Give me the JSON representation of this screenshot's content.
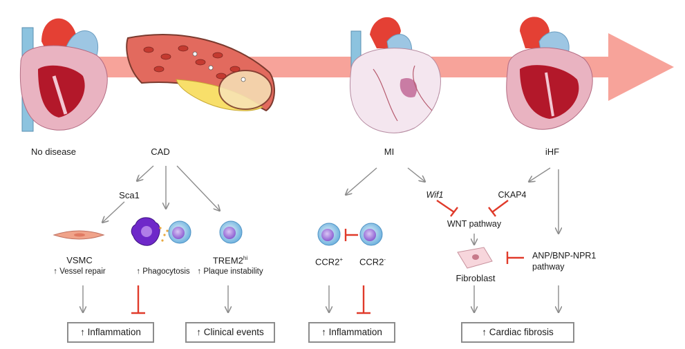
{
  "stages": {
    "no_disease": "No disease",
    "cad": "CAD",
    "mi": "MI",
    "ihf": "iHF"
  },
  "cad_branch": {
    "sca1": "Sca1",
    "vsmc": "VSMC",
    "vessel_repair": "↑ Vessel repair",
    "phagocytosis": "↑ Phagocytosis",
    "trem2_base": "TREM2",
    "trem2_sup": "hi",
    "plaque_instability": "↑ Plaque instability",
    "inflammation": "↑ Inflammation",
    "clinical_events": "↑ Clinical events"
  },
  "mi_branch": {
    "ccr2_pos_base": "CCR2",
    "ccr2_pos_sup": "+",
    "ccr2_neg_base": "CCR2",
    "ccr2_neg_sup": "-",
    "wif1": "Wif1",
    "inflammation": "↑ Inflammation"
  },
  "ihf_branch": {
    "ckap4": "CKAP4",
    "wnt_pathway": "WNT pathway",
    "fibroblast": "Fibroblast",
    "anp_line1": "ANP/BNP-NPR1",
    "anp_line2": "pathway",
    "cardiac_fibrosis": "↑ Cardiac fibrosis"
  },
  "colors": {
    "timeline_arrow": "#f7a39a",
    "arrow_gray": "#8c8c8c",
    "inhibit_red": "#e03a2a",
    "heart_red": "#c8202f",
    "heart_pink": "#e8a8b8",
    "vessel_blue": "#8cc3df",
    "cell_blue": "#8fc6e8",
    "cell_purple": "#8a5bd0"
  }
}
